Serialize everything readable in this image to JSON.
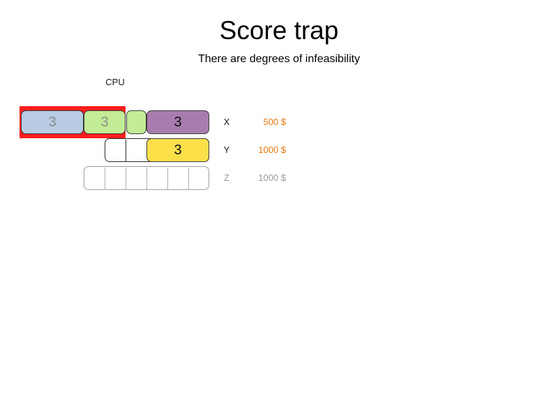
{
  "header": {
    "title": "Score trap",
    "subtitle": "There are degrees of infeasibility"
  },
  "resource_header": {
    "label": "CPU"
  },
  "colors": {
    "accent_orange": "#e8760c",
    "muted_gray": "#9a9a9a",
    "overflow_red": "#fa1e1e",
    "segment_blue": "#b8cde4",
    "segment_green": "#c3ec96",
    "segment_purple": "#a87cae",
    "segment_yellow": "#fbe04a",
    "empty_border": "#9e9e9e"
  },
  "chart_data": {
    "type": "bar",
    "title": "Score trap",
    "subtitle": "There are degrees of infeasibility",
    "xlabel": "CPU",
    "ylabel": "",
    "capacity_cells": 6,
    "cell_capacity": 1,
    "rows": [
      {
        "name": "X",
        "score": "500 $",
        "score_muted": false,
        "overflow": true,
        "segments": [
          {
            "value": "3",
            "color": "#b8cde4",
            "cells": 3,
            "text_tone": "light"
          },
          {
            "value": "3",
            "color": "#c3ec96",
            "cells": 2,
            "text_tone": "light"
          },
          {
            "value": "",
            "color": "#c3ec96",
            "cells": 1,
            "text_tone": "light"
          },
          {
            "value": "3",
            "color": "#a87cae",
            "cells": 3,
            "text_tone": "dark"
          }
        ]
      },
      {
        "name": "Y",
        "score": "1000 $",
        "score_muted": false,
        "overflow": false,
        "segments": [
          {
            "value": "3",
            "color": "#fbe04a",
            "cells": 3,
            "text_tone": "dark"
          }
        ]
      },
      {
        "name": "Z",
        "score": "1000 $",
        "score_muted": true,
        "overflow": false,
        "segments": []
      }
    ]
  },
  "rows": [
    {
      "name": "X",
      "score": "500 $"
    },
    {
      "name": "Y",
      "score": "1000 $"
    },
    {
      "name": "Z",
      "score": "1000 $"
    }
  ]
}
